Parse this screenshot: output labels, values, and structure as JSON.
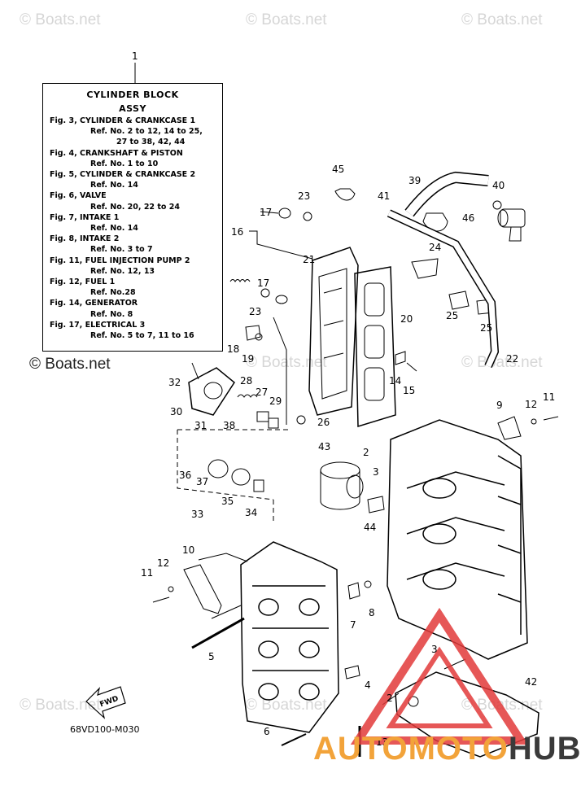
{
  "watermarks": {
    "text": "© Boats.net",
    "dark_text": "© Boats.net"
  },
  "spec_box": {
    "callout": "1",
    "title_1": "CYLINDER BLOCK",
    "title_2": "ASSY",
    "lines": [
      "Fig. 3, CYLINDER & CRANKCASE 1",
      "Ref. No. 2 to 12, 14 to 25,",
      "27 to 38, 42, 44",
      "Fig. 4, CRANKSHAFT & PISTON",
      "Ref. No. 1 to 10",
      "Fig. 5, CYLINDER & CRANKCASE 2",
      "Ref. No. 14",
      "Fig. 6, VALVE",
      "Ref. No. 20, 22 to 24",
      "Fig. 7, INTAKE 1",
      "Ref. No. 14",
      "Fig. 8, INTAKE 2",
      "Ref. No. 3 to 7",
      "Fig. 11, FUEL INJECTION PUMP 2",
      "Ref. No. 12, 13",
      "Fig. 12, FUEL 1",
      "Ref. No.28",
      "Fig. 14, GENERATOR",
      "Ref. No. 8",
      "Fig. 17, ELECTRICAL 3",
      "Ref. No. 5 to 7, 11 to 16"
    ]
  },
  "callouts": {
    "c45": "45",
    "c39": "39",
    "c40": "40",
    "c41": "41",
    "c46": "46",
    "c23a": "23",
    "c17a": "17",
    "c16": "16",
    "c24": "24",
    "c21": "21",
    "c17b": "17",
    "c23b": "23",
    "c25a": "25",
    "c25b": "25",
    "c22": "22",
    "c20": "20",
    "c18": "18",
    "c19": "19",
    "c14": "14",
    "c15": "15",
    "c32": "32",
    "c28": "28",
    "c27": "27",
    "c29": "29",
    "c30": "30",
    "c26": "26",
    "c31": "31",
    "c38": "38",
    "c9": "9",
    "c12a": "12",
    "c11a": "11",
    "c43": "43",
    "c2a": "2",
    "c3a": "3",
    "c36": "36",
    "c37": "37",
    "c35": "35",
    "c34": "34",
    "c33": "33",
    "c44": "44",
    "c10": "10",
    "c11b": "11",
    "c12b": "12",
    "c8": "8",
    "c7": "7",
    "c5": "5",
    "c3b": "3",
    "c4": "4",
    "c2b": "2",
    "c42": "42",
    "c6": "6",
    "c13": "13"
  },
  "fwd_label": "FWD",
  "diagram_code": "68VD100-M030",
  "logo": {
    "part1": "AUTOMOTO",
    "part2": "HUB"
  },
  "colors": {
    "logo_orange": "#f2a33a",
    "logo_dark": "#3a3a3a",
    "logo_red": "#e23a3a",
    "watermark": "#d6d6d6"
  }
}
